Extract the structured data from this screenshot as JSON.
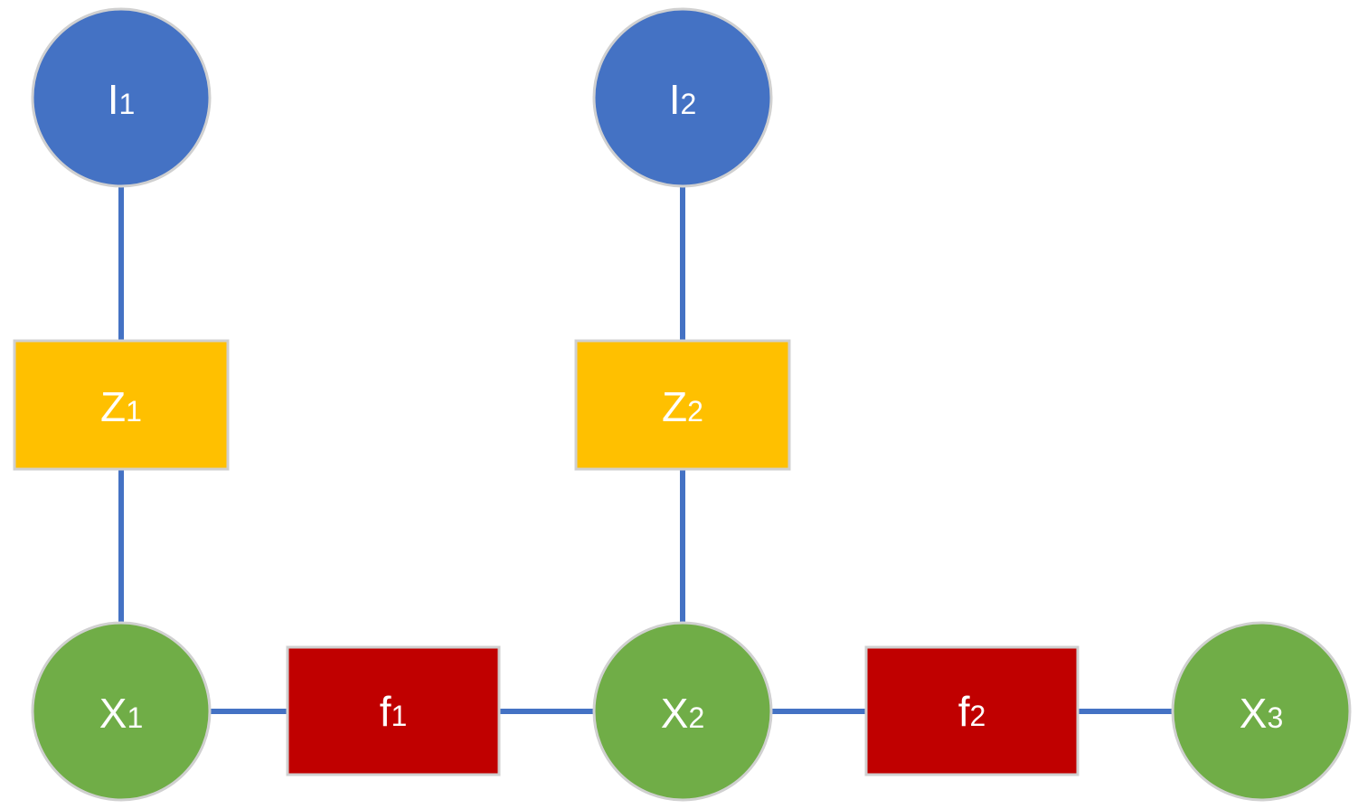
{
  "colors": {
    "edge": "#4472c4",
    "image_node": "#4472c4",
    "measurement_node": "#ffc000",
    "state_node": "#70ad47",
    "factor_node": "#c00000",
    "node_border": "#d0d0d0",
    "label": "#ffffff"
  },
  "nodes": {
    "i1": {
      "letter": "I",
      "sub": "1"
    },
    "i2": {
      "letter": "I",
      "sub": "2"
    },
    "z1": {
      "letter": "Z",
      "sub": "1"
    },
    "z2": {
      "letter": "Z",
      "sub": "2"
    },
    "x1": {
      "letter": "X",
      "sub": "1"
    },
    "x2": {
      "letter": "X",
      "sub": "2"
    },
    "x3": {
      "letter": "X",
      "sub": "3"
    },
    "f1": {
      "letter": "f",
      "sub": "1"
    },
    "f2": {
      "letter": "f",
      "sub": "2"
    }
  }
}
